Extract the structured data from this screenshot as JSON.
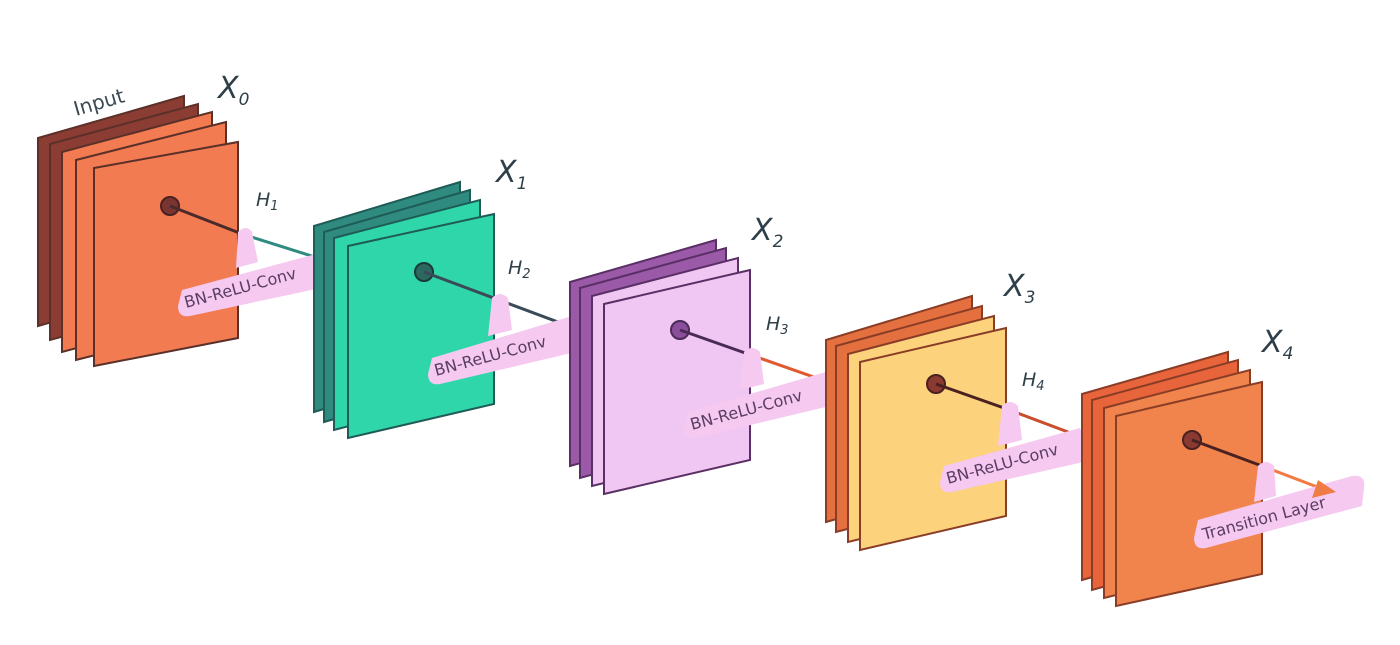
{
  "input_label": "Input",
  "feature_maps": [
    {
      "label": "X",
      "sub": "0",
      "front_color": "#f27b52",
      "back_color": "#8b3d34"
    },
    {
      "label": "X",
      "sub": "1",
      "front_color": "#2fd6aa",
      "back_color": "#2f8a80"
    },
    {
      "label": "X",
      "sub": "2",
      "front_color": "#f0c6f2",
      "back_color": "#9b5aa8"
    },
    {
      "label": "X",
      "sub": "3",
      "front_color": "#fcd27d",
      "back_color": "#e4703f"
    },
    {
      "label": "X",
      "sub": "4",
      "front_color": "#f0844c",
      "back_color": "#e8643a"
    }
  ],
  "connections": [
    {
      "label": "H",
      "sub": "1",
      "tag": "BN-ReLU-Conv",
      "line_color": "#2f8a80"
    },
    {
      "label": "H",
      "sub": "2",
      "tag": "BN-ReLU-Conv",
      "line_color": "#3a4a58"
    },
    {
      "label": "H",
      "sub": "3",
      "tag": "BN-ReLU-Conv",
      "line_color": "#e05a30"
    },
    {
      "label": "H",
      "sub": "4",
      "tag": "BN-ReLU-Conv",
      "line_color": "#c8502c"
    }
  ],
  "final_tag": "Transition Layer",
  "final_arrow_color": "#f07b45",
  "tag_color": "#f5c9f0"
}
